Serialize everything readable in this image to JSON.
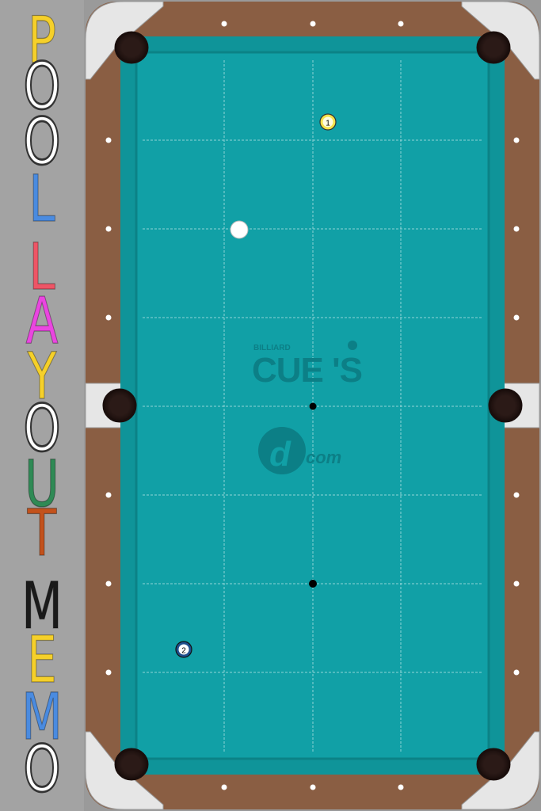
{
  "app": {
    "title_letters": [
      {
        "ch": "P",
        "color": "#f5d02a"
      },
      {
        "ch": "O",
        "color": "#ffffff"
      },
      {
        "ch": "O",
        "color": "#ffffff"
      },
      {
        "ch": "L",
        "color": "#4a8be0"
      },
      {
        "ch": "L",
        "color": "#ee5566"
      },
      {
        "ch": "A",
        "color": "#ea46e0"
      },
      {
        "ch": "Y",
        "color": "#f5d02a"
      },
      {
        "ch": "O",
        "color": "#ffffff"
      },
      {
        "ch": "U",
        "color": "#2f8a55"
      },
      {
        "ch": "T",
        "color": "#c3521c"
      },
      {
        "ch": "M",
        "color": "#1a1a1a"
      },
      {
        "ch": "E",
        "color": "#f5d02a"
      },
      {
        "ch": "M",
        "color": "#4a8be0"
      },
      {
        "ch": "O",
        "color": "#ffffff"
      }
    ]
  },
  "colors": {
    "felt": "#11a0a6",
    "rail": "#8a5e43",
    "corner": "#e6e6e6",
    "pocket": "#2b1a17",
    "diamond": "#ffffff",
    "watermark": "#0c7f86"
  },
  "logo": {
    "small": "BILLIARD",
    "big": "CUE 'S",
    "com": "com"
  },
  "balls": [
    {
      "id": "cue",
      "label": ""
    },
    {
      "id": "ball-1",
      "label": "1",
      "color": "#f6e24a"
    },
    {
      "id": "ball-2",
      "label": "2",
      "color": "#1f4f8d"
    }
  ],
  "spots": [
    "center-spot",
    "foot-spot"
  ]
}
